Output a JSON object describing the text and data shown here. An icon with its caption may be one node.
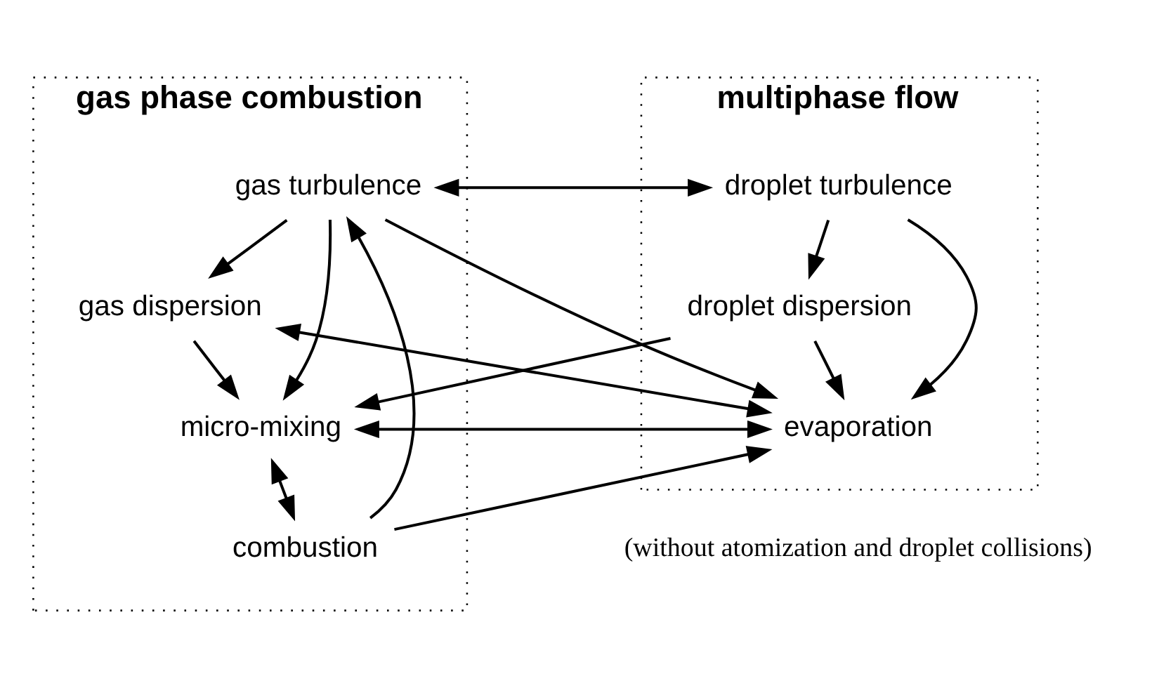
{
  "diagram": {
    "nodes": [
      {
        "text": [
          "gas phase combustion"
        ]
      },
      {
        "text": [
          "gas turbulence"
        ],
        "in": 0
      },
      {
        "text": [
          "gas dispersion"
        ],
        "in": 0
      },
      {
        "text": [
          "micro-mixing"
        ],
        "in": 0
      },
      {
        "text": [
          "combustion"
        ],
        "in": 0
      },
      {
        "text": [
          "multiphase flow"
        ]
      },
      {
        "text": [
          "droplet turbulence"
        ],
        "in": 5
      },
      {
        "text": [
          "droplet dispersion"
        ],
        "in": 5
      },
      {
        "text": [
          "evaporation"
        ],
        "in": 5
      }
    ],
    "edges": [
      {
        "from": 1,
        "to": 6,
        "arrow": "both"
      },
      {
        "from": 1,
        "to": 2,
        "arrow": "to"
      },
      {
        "from": 1,
        "to": 8,
        "arrow": "to"
      },
      {
        "from": 1,
        "to": 3,
        "arrow": "to"
      },
      {
        "from": 2,
        "to": 3,
        "arrow": "to"
      },
      {
        "from": 2,
        "to": 8,
        "arrow": "both"
      },
      {
        "from": 6,
        "to": 7,
        "arrow": "to"
      },
      {
        "from": 6,
        "to": 8,
        "arrow": "to"
      },
      {
        "from": 7,
        "to": 8,
        "arrow": "to"
      },
      {
        "from": 7,
        "to": 3,
        "arrow": "to"
      },
      {
        "from": 3,
        "to": 8,
        "arrow": "both"
      },
      {
        "from": 3,
        "to": 4,
        "arrow": "both"
      },
      {
        "from": 4,
        "to": 1,
        "arrow": "to"
      },
      {
        "from": 4,
        "to": 8,
        "arrow": "to"
      }
    ],
    "labels": [
      "(without atomization and droplet collisions)"
    ]
  }
}
